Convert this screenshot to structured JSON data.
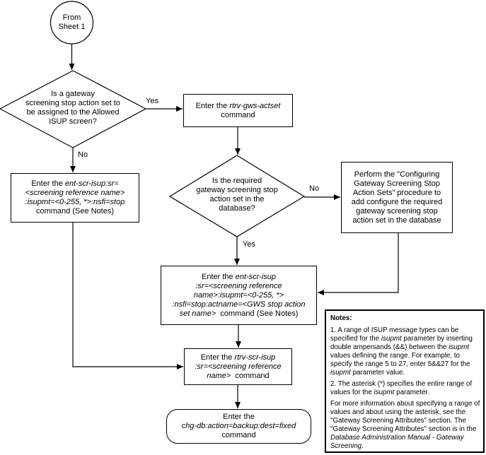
{
  "palette": {
    "ink": "#000000",
    "paper": "#ffffff"
  },
  "start": {
    "line1": "From",
    "line2": "Sheet 1"
  },
  "decision_assign": {
    "lines": [
      "Is a gateway",
      "screening stop action set to",
      "be assigned to the Allowed",
      "ISUP screen?"
    ],
    "yes": "Yes",
    "no": "No"
  },
  "box_rtrv_gws_actset": {
    "pre": "Enter the ",
    "cmd": "rtrv-gws-actset",
    "tail": "command"
  },
  "box_ent_scr_isup_stop": {
    "l1_pre": "Enter the ",
    "l1_cmd": "ent-scr-isup:sr=",
    "l2_cmd": "<screening reference name>",
    "l3_cmd": ":isupmt=<0-255, *>:nsfi=stop",
    "l4": "command (See Notes)"
  },
  "decision_in_db": {
    "lines": [
      "Is the required",
      "gateway screening stop",
      "action set in the",
      "database?"
    ],
    "yes": "Yes",
    "no": "No"
  },
  "box_perform": {
    "lines": [
      "Perform the \"Configuring",
      "Gateway Screening Stop",
      "Action Sets\" procedure to",
      "add configure the required",
      "gateway screening stop",
      "action set in the database"
    ]
  },
  "box_ent_scr_isup_actname": {
    "l1_pre": "Enter the ",
    "l1_cmd": "ent-scr-isup",
    "l2_cmd": ":sr=<screening reference",
    "l3_cmd": "name>:isupmt=<0-255, *>",
    "l4_cmd": ":nsfi=stop:actname=<GWS stop action",
    "l5_cmd": "set name>",
    "l5_tail": "  command (See Notes)"
  },
  "box_rtrv_scr_isup": {
    "l1_pre": "Enter the ",
    "l1_cmd": "rtrv-scr-isup",
    "l2_cmd": ":sr=<screening reference",
    "l3_cmd": "name>",
    "l3_tail": "  command"
  },
  "terminator_backup": {
    "l1": "Enter the",
    "l2_cmd": "chg-db:action=backup:dest=fixed",
    "l3": "command"
  },
  "notes": {
    "heading": "Notes:",
    "note1": {
      "line1": "1. A range of ISUP message types can be",
      "line2_pre": "specified for the ",
      "line2_i": "isupmt",
      "line2_post": " parameter by inserting",
      "line3_pre": "double ampersands (&&) between the ",
      "line3_i": "isupmt",
      "line4": "values defining the range.  For example, to",
      "line5": "specify the range 5 to 27, enter 5&&27 for the",
      "line6_i": "isupmt",
      "line6_post": " parameter value."
    },
    "note2": {
      "line1": "2. The asterisk (*) specifies the entire range of",
      "line2_pre": "values for the ",
      "line2_i": "isupmt",
      "line2_post": " parameter."
    },
    "note3": {
      "line1": "For more information about specifying a range of",
      "line2": "values and about using the asterisk, see the",
      "line3": "\"Gateway Screening Attributes\" section.  The",
      "line4": "\"Gateway Screening Attributes\" section is in the",
      "line5_i": "Database Administration Manual - Gateway",
      "line6_i": "Screening",
      "line6_post": "."
    }
  }
}
